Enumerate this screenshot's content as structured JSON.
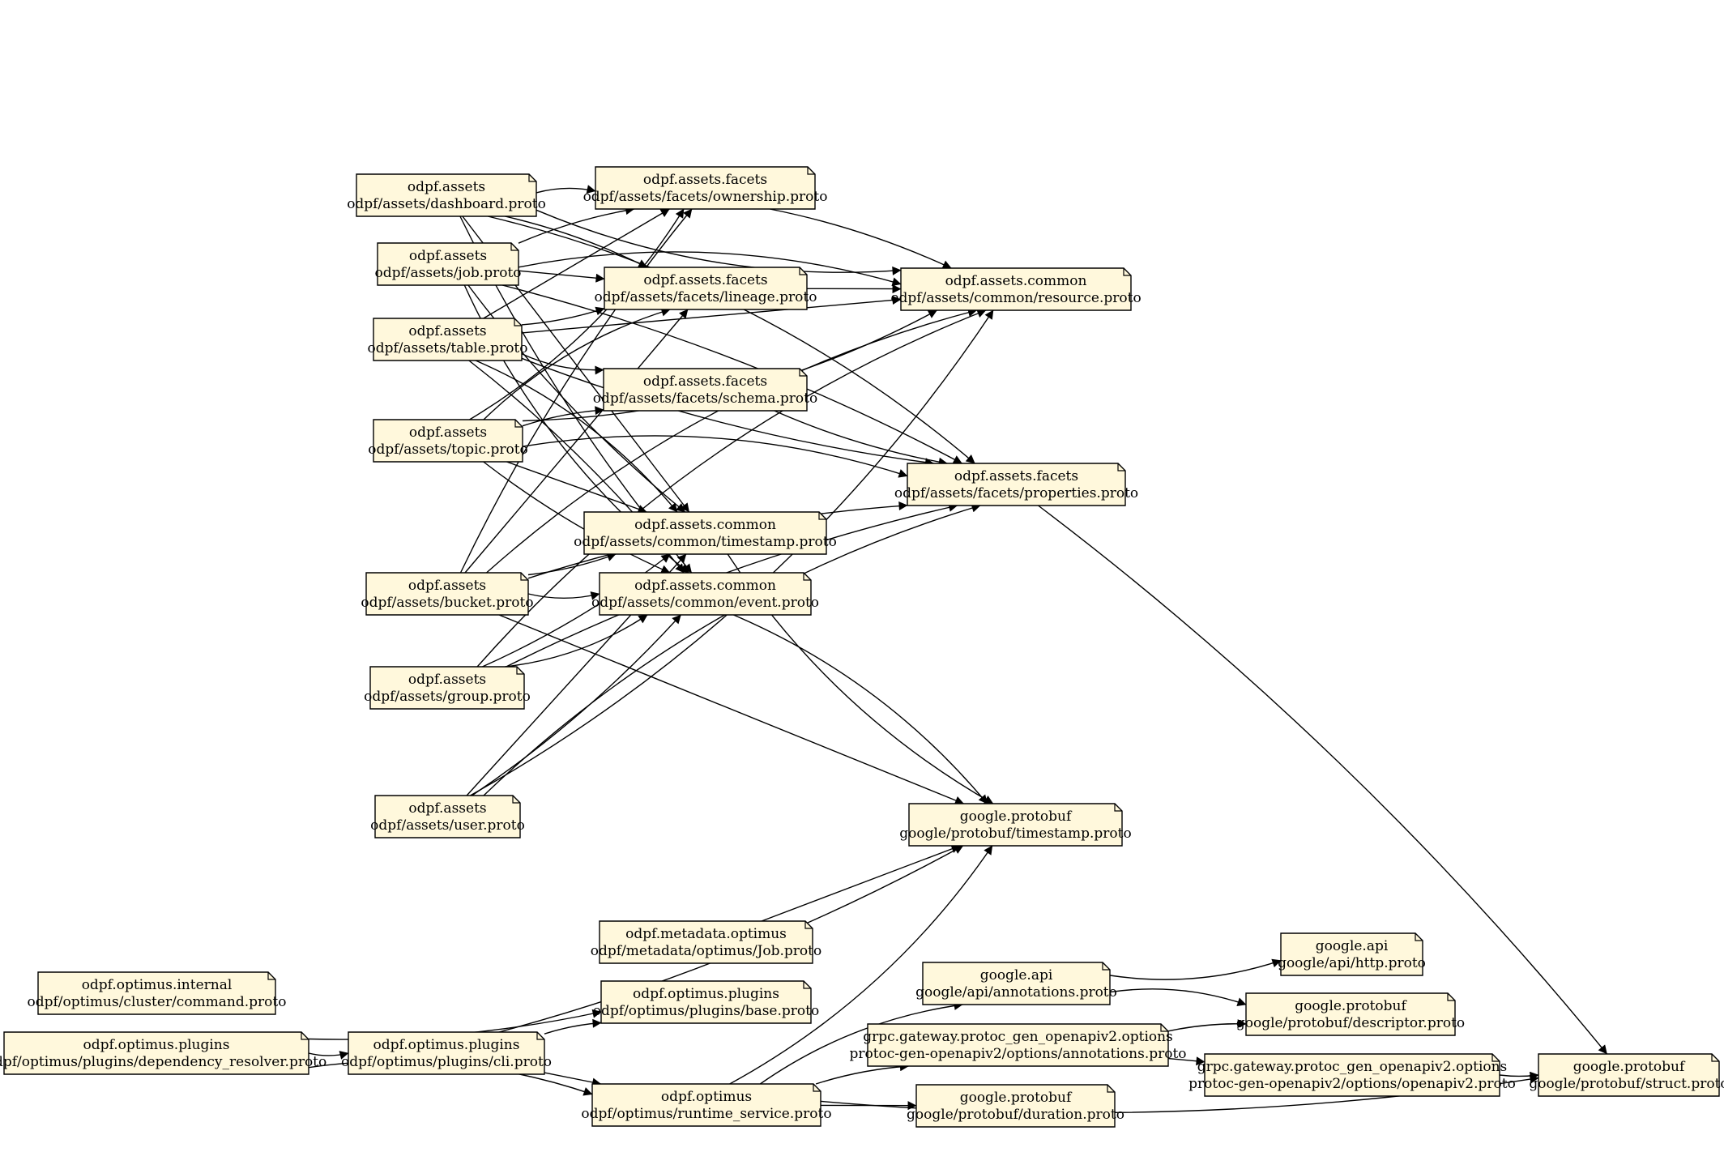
{
  "nodes": [
    {
      "id": "dashboard",
      "package": "odpf.assets",
      "file": "odpf/assets/dashboard.proto"
    },
    {
      "id": "job",
      "package": "odpf.assets",
      "file": "odpf/assets/job.proto"
    },
    {
      "id": "table",
      "package": "odpf.assets",
      "file": "odpf/assets/table.proto"
    },
    {
      "id": "topic",
      "package": "odpf.assets",
      "file": "odpf/assets/topic.proto"
    },
    {
      "id": "bucket",
      "package": "odpf.assets",
      "file": "odpf/assets/bucket.proto"
    },
    {
      "id": "group",
      "package": "odpf.assets",
      "file": "odpf/assets/group.proto"
    },
    {
      "id": "user",
      "package": "odpf.assets",
      "file": "odpf/assets/user.proto"
    },
    {
      "id": "ownership",
      "package": "odpf.assets.facets",
      "file": "odpf/assets/facets/ownership.proto"
    },
    {
      "id": "lineage",
      "package": "odpf.assets.facets",
      "file": "odpf/assets/facets/lineage.proto"
    },
    {
      "id": "schema",
      "package": "odpf.assets.facets",
      "file": "odpf/assets/facets/schema.proto"
    },
    {
      "id": "tscommon",
      "package": "odpf.assets.common",
      "file": "odpf/assets/common/timestamp.proto"
    },
    {
      "id": "event",
      "package": "odpf.assets.common",
      "file": "odpf/assets/common/event.proto"
    },
    {
      "id": "resource",
      "package": "odpf.assets.common",
      "file": "odpf/assets/common/resource.proto"
    },
    {
      "id": "properties",
      "package": "odpf.assets.facets",
      "file": "odpf/assets/facets/properties.proto"
    },
    {
      "id": "gpts",
      "package": "google.protobuf",
      "file": "google/protobuf/timestamp.proto"
    },
    {
      "id": "mjob",
      "package": "odpf.metadata.optimus",
      "file": "odpf/metadata/optimus/Job.proto"
    },
    {
      "id": "command",
      "package": "odpf.optimus.internal",
      "file": "odpf/optimus/cluster/command.proto"
    },
    {
      "id": "depres",
      "package": "odpf.optimus.plugins",
      "file": "odpf/optimus/plugins/dependency_resolver.proto"
    },
    {
      "id": "base",
      "package": "odpf.optimus.plugins",
      "file": "odpf/optimus/plugins/base.proto"
    },
    {
      "id": "cli",
      "package": "odpf.optimus.plugins",
      "file": "odpf/optimus/plugins/cli.proto"
    },
    {
      "id": "runtime",
      "package": "odpf.optimus",
      "file": "odpf/optimus/runtime_service.proto"
    },
    {
      "id": "gapiann",
      "package": "google.api",
      "file": "google/api/annotations.proto"
    },
    {
      "id": "http",
      "package": "google.api",
      "file": "google/api/http.proto"
    },
    {
      "id": "descriptor",
      "package": "google.protobuf",
      "file": "google/protobuf/descriptor.proto"
    },
    {
      "id": "gwann",
      "package": "grpc.gateway.protoc_gen_openapiv2.options",
      "file": "protoc-gen-openapiv2/options/annotations.proto"
    },
    {
      "id": "openapiv2",
      "package": "grpc.gateway.protoc_gen_openapiv2.options",
      "file": "protoc-gen-openapiv2/options/openapiv2.proto"
    },
    {
      "id": "duration",
      "package": "google.protobuf",
      "file": "google/protobuf/duration.proto"
    },
    {
      "id": "struct",
      "package": "google.protobuf",
      "file": "google/protobuf/struct.proto"
    }
  ],
  "edges": [
    [
      "dashboard",
      "ownership"
    ],
    [
      "dashboard",
      "lineage"
    ],
    [
      "dashboard",
      "tscommon"
    ],
    [
      "dashboard",
      "event"
    ],
    [
      "dashboard",
      "resource"
    ],
    [
      "dashboard",
      "properties"
    ],
    [
      "job",
      "ownership"
    ],
    [
      "job",
      "lineage"
    ],
    [
      "job",
      "tscommon"
    ],
    [
      "job",
      "event"
    ],
    [
      "job",
      "resource"
    ],
    [
      "job",
      "properties"
    ],
    [
      "table",
      "ownership"
    ],
    [
      "table",
      "lineage"
    ],
    [
      "table",
      "schema"
    ],
    [
      "table",
      "tscommon"
    ],
    [
      "table",
      "event"
    ],
    [
      "table",
      "resource"
    ],
    [
      "table",
      "properties"
    ],
    [
      "topic",
      "ownership"
    ],
    [
      "topic",
      "lineage"
    ],
    [
      "topic",
      "schema"
    ],
    [
      "topic",
      "tscommon"
    ],
    [
      "topic",
      "event"
    ],
    [
      "topic",
      "resource"
    ],
    [
      "topic",
      "properties"
    ],
    [
      "bucket",
      "ownership"
    ],
    [
      "bucket",
      "lineage"
    ],
    [
      "bucket",
      "tscommon"
    ],
    [
      "bucket",
      "event"
    ],
    [
      "bucket",
      "resource"
    ],
    [
      "bucket",
      "properties"
    ],
    [
      "bucket",
      "gpts"
    ],
    [
      "group",
      "tscommon"
    ],
    [
      "group",
      "event"
    ],
    [
      "group",
      "resource"
    ],
    [
      "group",
      "properties"
    ],
    [
      "user",
      "tscommon"
    ],
    [
      "user",
      "event"
    ],
    [
      "user",
      "resource"
    ],
    [
      "user",
      "properties"
    ],
    [
      "ownership",
      "resource"
    ],
    [
      "lineage",
      "resource"
    ],
    [
      "schema",
      "properties"
    ],
    [
      "tscommon",
      "gpts"
    ],
    [
      "event",
      "gpts"
    ],
    [
      "properties",
      "struct"
    ],
    [
      "mjob",
      "gpts"
    ],
    [
      "depres",
      "base"
    ],
    [
      "depres",
      "cli"
    ],
    [
      "depres",
      "runtime"
    ],
    [
      "cli",
      "base"
    ],
    [
      "cli",
      "runtime"
    ],
    [
      "cli",
      "gpts"
    ],
    [
      "runtime",
      "gpts"
    ],
    [
      "runtime",
      "gapiann"
    ],
    [
      "runtime",
      "gwann"
    ],
    [
      "runtime",
      "duration"
    ],
    [
      "runtime",
      "struct"
    ],
    [
      "gapiann",
      "http"
    ],
    [
      "gapiann",
      "descriptor"
    ],
    [
      "gwann",
      "descriptor"
    ],
    [
      "gwann",
      "openapiv2"
    ],
    [
      "openapiv2",
      "struct"
    ]
  ]
}
